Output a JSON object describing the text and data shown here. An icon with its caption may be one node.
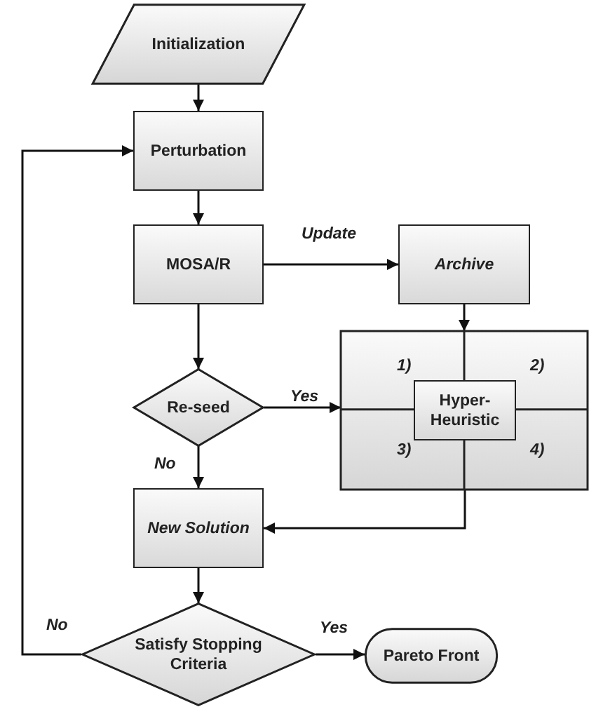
{
  "diagram": {
    "nodes": [
      {
        "text": [
          "Initialization"
        ]
      },
      {
        "text": [
          "Perturbation"
        ]
      },
      {
        "text": [
          "MOSA/R"
        ]
      },
      {
        "text": [
          "Archive"
        ]
      },
      {
        "text": [],
        "shape": "box"
      },
      {
        "text": [
          "Hyper-Heuristic"
        ],
        "in": 4
      },
      {
        "text": [
          "Re-seed"
        ]
      },
      {
        "text": [
          "New Solution"
        ]
      },
      {
        "text": [
          "Satisfy Stopping Criteria"
        ]
      },
      {
        "text": [
          "Pareto Front"
        ]
      }
    ],
    "edges": [
      {
        "from": 0,
        "to": 1,
        "arrow": "to"
      },
      {
        "from": 1,
        "to": 2,
        "arrow": "to"
      },
      {
        "from": 2,
        "to": 3,
        "arrow": "to",
        "label": "Update"
      },
      {
        "from": 3,
        "to": 4,
        "arrow": "to"
      },
      {
        "from": 2,
        "to": 6,
        "arrow": "to"
      },
      {
        "from": 6,
        "to": 4,
        "arrow": "to",
        "label": "Yes"
      },
      {
        "from": 6,
        "to": 7,
        "arrow": "to",
        "label": "No"
      },
      {
        "from": 5,
        "to": 7,
        "arrow": "to"
      },
      {
        "from": 7,
        "to": 8,
        "arrow": "to"
      },
      {
        "from": 8,
        "to": 9,
        "arrow": "to",
        "label": "Yes"
      },
      {
        "from": 8,
        "to": 1,
        "arrow": "to",
        "label": "No"
      }
    ],
    "labels": [
      "1)",
      "2)",
      "3)",
      "4)"
    ]
  }
}
